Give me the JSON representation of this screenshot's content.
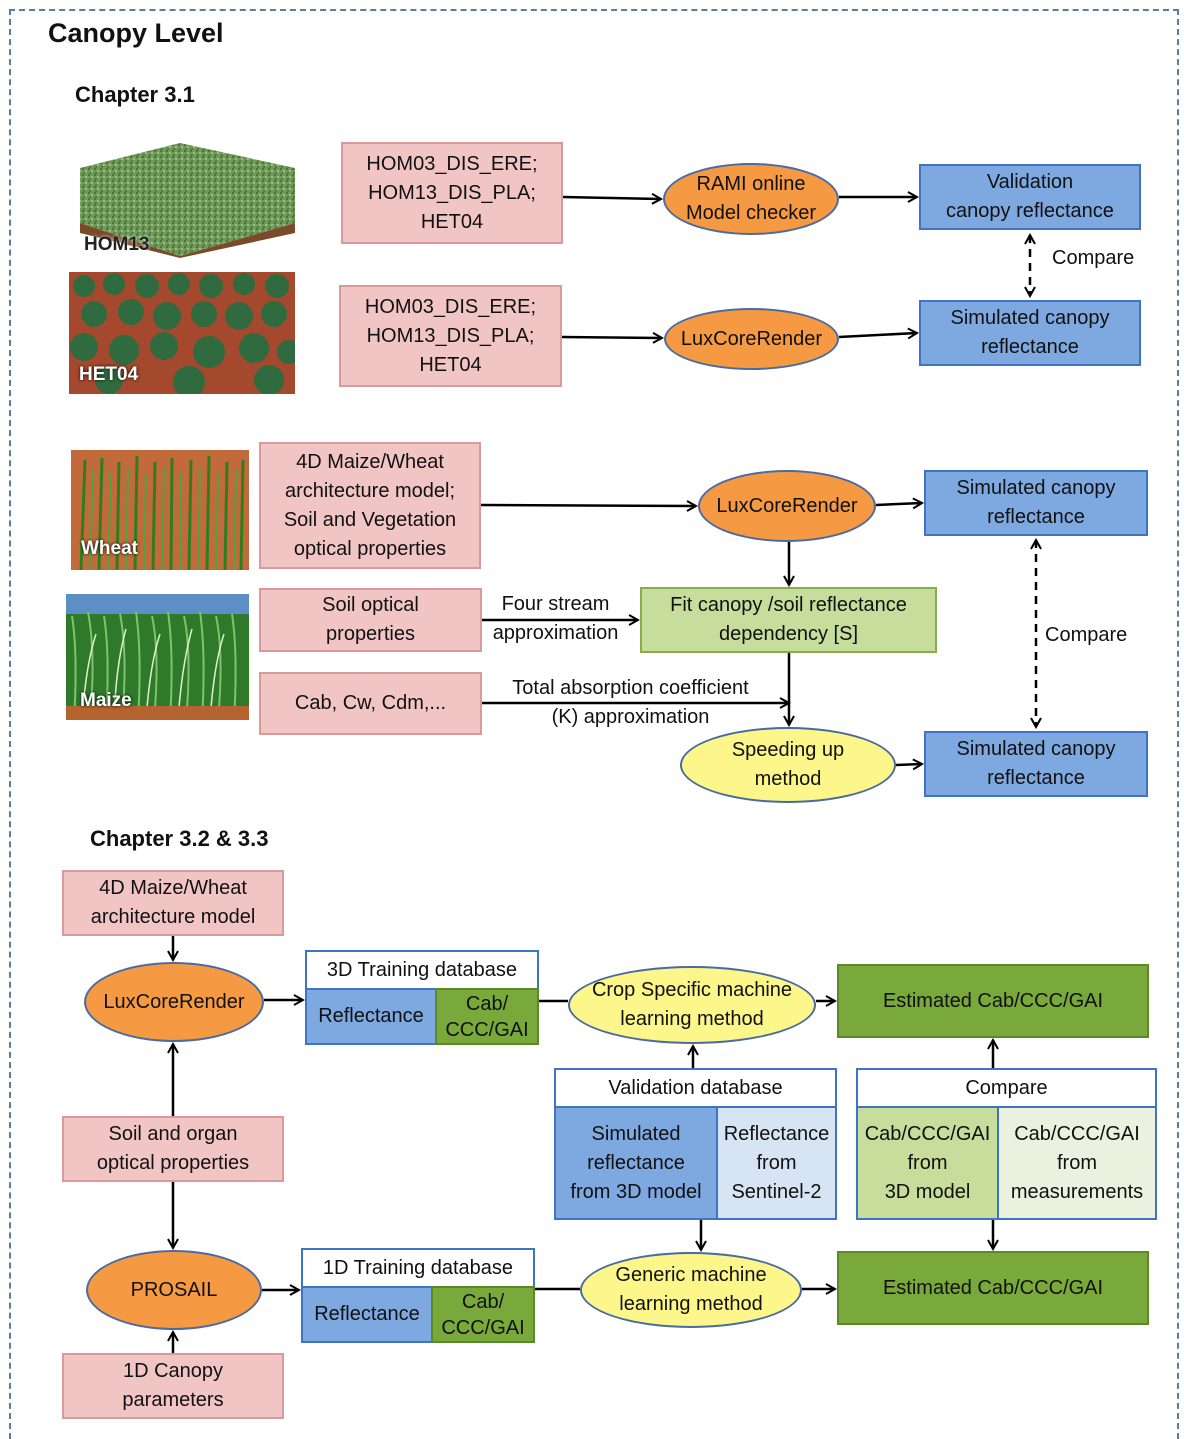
{
  "title": "Canopy Level",
  "chapter1": "Chapter 3.1",
  "chapter2": "Chapter 3.2 & 3.3",
  "images": {
    "hom13": "HOM13",
    "het04": "HET04",
    "wheat": "Wheat",
    "maize": "Maize"
  },
  "s1": {
    "scenes_a": "HOM03_DIS_ERE;\nHOM13_DIS_PLA;\nHET04",
    "scenes_b": "HOM03_DIS_ERE;\nHOM13_DIS_PLA;\nHET04",
    "rami": "RAMI online\nModel checker",
    "lux": "LuxCoreRender",
    "validation": "Validation\ncanopy reflectance",
    "simulated": "Simulated canopy\nreflectance",
    "compare": "Compare"
  },
  "s2": {
    "model": "4D Maize/Wheat\narchitecture model;\nSoil and Vegetation\noptical properties",
    "lux": "LuxCoreRender",
    "simulated_top": "Simulated canopy\nreflectance",
    "soil": "Soil optical\nproperties",
    "four_stream": "Four stream\napproximation",
    "fit": "Fit canopy /soil reflectance\ndependency [S]",
    "cab": "Cab, Cw, Cdm,...",
    "total_abs": "Total absorption coefficient\n(K) approximation",
    "speeding": "Speeding up\nmethod",
    "simulated_bottom": "Simulated canopy\nreflectance",
    "compare": "Compare"
  },
  "s3": {
    "model": "4D Maize/Wheat\narchitecture model",
    "lux": "LuxCoreRender",
    "soil_organ": "Soil and organ\noptical properties",
    "prosail": "PROSAIL",
    "canopy_params": "1D Canopy\nparameters",
    "db3d_title": "3D Training database",
    "db3d_refl": "Reflectance",
    "db3d_cab": "Cab/\nCCC/GAI",
    "db1d_title": "1D Training database",
    "db1d_refl": "Reflectance",
    "db1d_cab": "Cab/\nCCC/GAI",
    "crop_ml": "Crop Specific machine\nlearning method",
    "generic_ml": "Generic machine\nlearning method",
    "est_top": "Estimated Cab/CCC/GAI",
    "est_bottom": "Estimated Cab/CCC/GAI",
    "valdb_title": "Validation database",
    "valdb_sim": "Simulated\nreflectance\nfrom  3D model",
    "valdb_sent": "Reflectance\nfrom\nSentinel-2",
    "compare_title": "Compare",
    "compare_3d": "Cab/CCC/GAI\nfrom\n3D model",
    "compare_meas": "Cab/CCC/GAI\nfrom\nmeasurements"
  },
  "colors": {
    "pink": "#f2c5c5",
    "blue": "#7ea8e0",
    "orange": "#f59a43",
    "yellow": "#fdf68a",
    "green": "#c6dd9b",
    "dark_green": "#79a83b"
  }
}
